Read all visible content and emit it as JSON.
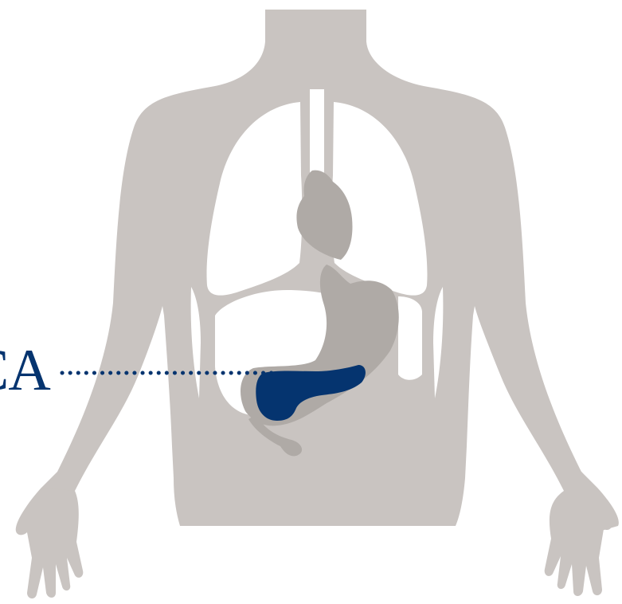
{
  "callout": {
    "label": "CA",
    "target_organ": "pancreas"
  },
  "colors": {
    "body": "#c9c4c1",
    "organs": "#afaaa6",
    "highlight": "#05346f",
    "cavity": "#ffffff",
    "background": "#ffffff"
  },
  "icons": {
    "figure": "human-torso-anatomy",
    "organs": [
      "trachea",
      "lungs",
      "heart",
      "liver",
      "stomach",
      "duodenum",
      "pancreas"
    ]
  }
}
